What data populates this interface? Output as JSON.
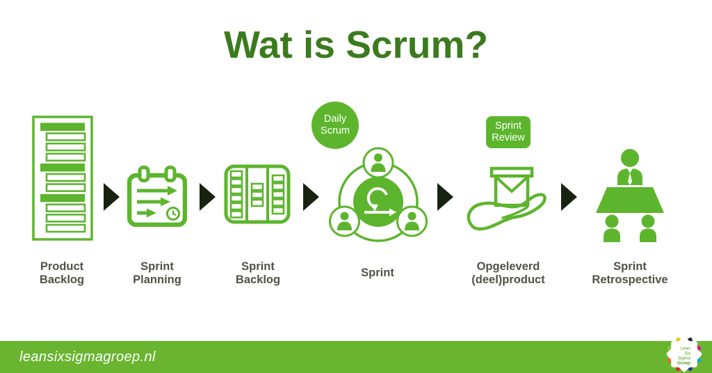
{
  "title": "Wat is Scrum?",
  "steps": [
    {
      "name": "product-backlog",
      "lines": [
        "Product",
        "Backlog"
      ]
    },
    {
      "name": "sprint-planning",
      "lines": [
        "Sprint",
        "Planning"
      ]
    },
    {
      "name": "sprint-backlog",
      "lines": [
        "Sprint",
        "Backlog"
      ]
    },
    {
      "name": "sprint",
      "lines": [
        "Sprint"
      ]
    },
    {
      "name": "opgeleverd-deelproduct",
      "lines": [
        "Opgeleverd",
        "(deel)product"
      ]
    },
    {
      "name": "sprint-retrospective",
      "lines": [
        "Sprint",
        "Retrospective"
      ]
    }
  ],
  "badges": {
    "daily_scrum": {
      "line1": "Daily",
      "line2": "Scrum"
    },
    "sprint_review": {
      "line1": "Sprint",
      "line2": "Review"
    }
  },
  "footer": {
    "website": "leansixsigmagroep.nl"
  },
  "logo": {
    "lines": [
      "Lean",
      "Six",
      "Sigma",
      "Groep"
    ]
  },
  "colors": {
    "icon_green": "#5db52d",
    "title_green": "#3b7b1e",
    "footer_green": "#69b52f",
    "label_gray": "#4d5446",
    "arrow_black": "#172310",
    "badge_text": "#ffffff"
  }
}
